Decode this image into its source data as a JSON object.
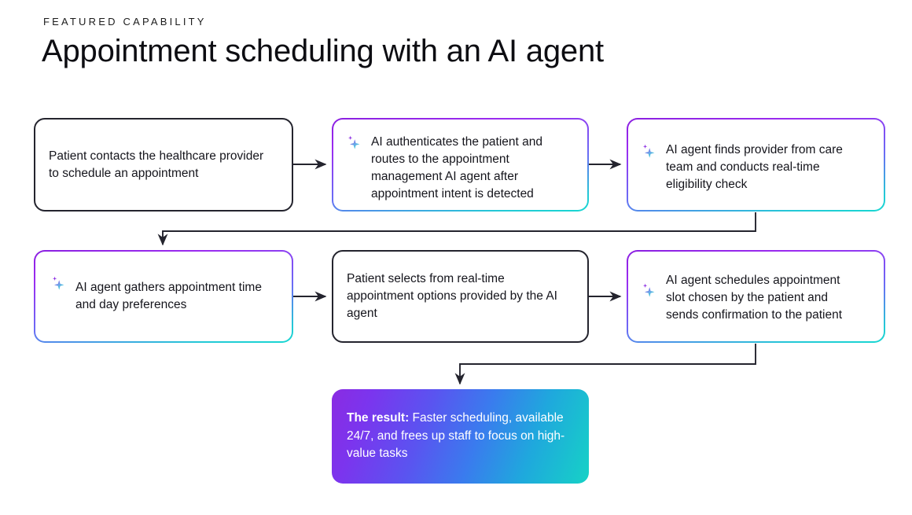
{
  "header": {
    "eyebrow": "FEATURED CAPABILITY",
    "title": "Appointment scheduling with an AI agent"
  },
  "colors": {
    "accent_purple": "#8A1FE0",
    "accent_cyan": "#18D7D2",
    "accent_blue": "#3A7BEE",
    "outline_dark": "#24242E",
    "text": "#15151C",
    "background": "#FFFFFF"
  },
  "flow": {
    "steps": [
      {
        "id": "step-1",
        "text": "Patient contacts the healthcare provider to schedule an appointment",
        "style": "dark-outline",
        "has_ai_icon": false,
        "icon": ""
      },
      {
        "id": "step-2",
        "text": "AI authenticates the patient and routes to the appointment management AI agent after appointment intent is detected",
        "style": "gradient-outline",
        "has_ai_icon": true,
        "icon": "ai-sparkle-icon"
      },
      {
        "id": "step-3",
        "text": "AI agent finds provider from care team and conducts real-time eligibility check",
        "style": "gradient-outline",
        "has_ai_icon": true,
        "icon": "ai-sparkle-icon"
      },
      {
        "id": "step-4",
        "text": "AI agent gathers appointment time and day preferences",
        "style": "gradient-outline",
        "has_ai_icon": true,
        "icon": "ai-sparkle-icon"
      },
      {
        "id": "step-5",
        "text": "Patient selects from real-time appointment options provided by the AI agent",
        "style": "dark-outline",
        "has_ai_icon": false,
        "icon": ""
      },
      {
        "id": "step-6",
        "text": "AI agent schedules appointment slot chosen by the patient and sends confirmation to the patient",
        "style": "gradient-outline",
        "has_ai_icon": true,
        "icon": "ai-sparkle-icon"
      }
    ],
    "result": {
      "lead_label": "The result:",
      "body": " Faster scheduling, available 24/7, and frees up staff to focus on high-value tasks"
    },
    "connectors": [
      {
        "from": "step-1",
        "to": "step-2",
        "kind": "arrow-right"
      },
      {
        "from": "step-2",
        "to": "step-3",
        "kind": "arrow-right"
      },
      {
        "from": "step-3",
        "to": "step-4",
        "kind": "elbow-down-left"
      },
      {
        "from": "step-4",
        "to": "step-5",
        "kind": "arrow-right"
      },
      {
        "from": "step-5",
        "to": "step-6",
        "kind": "arrow-right"
      },
      {
        "from": "step-6",
        "to": "result",
        "kind": "elbow-down-left"
      }
    ]
  }
}
